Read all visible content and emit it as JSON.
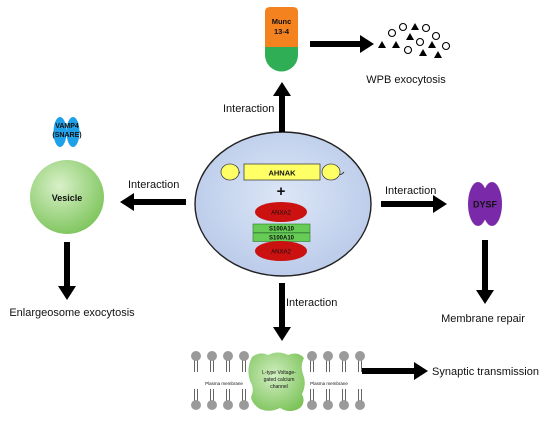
{
  "center": {
    "ahnak": "AHNAK",
    "plus": "+",
    "annexin_top": "ANXA2",
    "s100_top": "S100A10",
    "s100_bottom": "S100A10",
    "annexin_bottom": "ANXA2"
  },
  "top": {
    "munc_line1": "Munc",
    "munc_line2": "13-4",
    "interaction": "Interaction",
    "result": "WPB exocytosis"
  },
  "left": {
    "vamp_line1": "VAMP4",
    "vamp_line2": "(SNARE)",
    "vesicle": "Vesicle",
    "interaction": "Interaction",
    "result": "Enlargeosome exocytosis"
  },
  "right": {
    "dysf": "DYSF",
    "interaction": "Interaction",
    "result": "Membrane repair"
  },
  "bottom": {
    "interaction": "Interaction",
    "membrane_left": "Plasma membrane",
    "membrane_right": "Plasma membrane",
    "channel_line1": "L-type Voltage-",
    "channel_line2": "gated calcium",
    "channel_line3": "channel",
    "result": "Synaptic transmission"
  },
  "colors": {
    "cell_fill": "#c5d4ee",
    "ahnak": "#ffff66",
    "annexin": "#cc1111",
    "s100": "#66cc55",
    "munc_top": "#f4821f",
    "munc_bottom": "#2fae55",
    "vamp": "#1ea1e8",
    "vesicle": "#8fcf6f",
    "dysf": "#7a2aa8",
    "channel": "#8fcf6f"
  }
}
